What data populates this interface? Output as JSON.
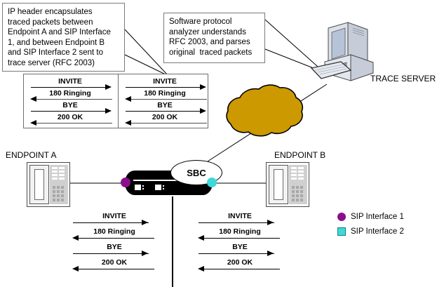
{
  "annotations": [
    {
      "id": "ip-header-note",
      "lines": [
        "IP header encapsulates",
        "traced packets between",
        "Endpoint A and SIP Interface",
        "1, and between Endpoint B",
        "and SIP Interface 2 sent to",
        "trace server (RFC 2003)"
      ]
    },
    {
      "id": "analyzer-note",
      "lines": [
        "Software protocol",
        "analyzer understands",
        "RFC 2003, and parses",
        "original  traced packets"
      ]
    }
  ],
  "sip_flow_top": {
    "left_panel": {
      "messages": [
        {
          "label": "INVITE",
          "direction": "right"
        },
        {
          "label": "180 Ringing",
          "direction": "left"
        },
        {
          "label": "BYE",
          "direction": "right"
        },
        {
          "label": "200 OK",
          "direction": "left"
        }
      ]
    },
    "right_panel": {
      "messages": [
        {
          "label": "INVITE",
          "direction": "right"
        },
        {
          "label": "180 Ringing",
          "direction": "left"
        },
        {
          "label": "BYE",
          "direction": "right"
        },
        {
          "label": "200 OK",
          "direction": "left"
        }
      ]
    }
  },
  "sip_flow_bottom": {
    "left_panel": {
      "messages": [
        {
          "label": "INVITE",
          "direction": "right"
        },
        {
          "label": "180 Ringing",
          "direction": "left"
        },
        {
          "label": "BYE",
          "direction": "right"
        },
        {
          "label": "200 OK",
          "direction": "left"
        }
      ]
    },
    "right_panel": {
      "messages": [
        {
          "label": "INVITE",
          "direction": "right"
        },
        {
          "label": "180 Ringing",
          "direction": "left"
        },
        {
          "label": "BYE",
          "direction": "right"
        },
        {
          "label": "200 OK",
          "direction": "left"
        }
      ]
    }
  },
  "devices": {
    "endpoint_a_label": "ENDPOINT A",
    "endpoint_b_label": "ENDPOINT B",
    "sbc_label": "SBC",
    "trace_server_label": "TRACE SERVER"
  },
  "legend": {
    "items": [
      {
        "label": "SIP Interface 1",
        "shape": "circle",
        "color": "#8B0F8B"
      },
      {
        "label": "SIP Interface 2",
        "shape": "square",
        "color": "#3FD8D8"
      }
    ]
  },
  "colors": {
    "cloud_fill": "#CC9900",
    "cloud_stroke": "#000000",
    "sip_interface_1": "#8B0F8B",
    "sip_interface_2": "#3FD8D8",
    "sbc_body": "#000000",
    "line": "#000000"
  }
}
